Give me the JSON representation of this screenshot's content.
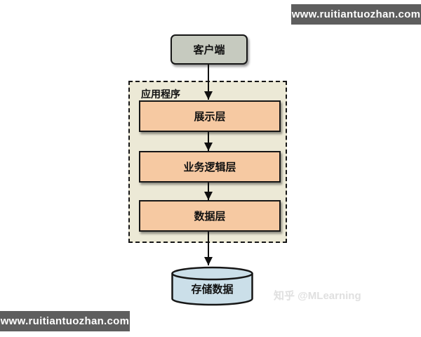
{
  "watermarks": {
    "site_url_top": "www.ruitiantuozhan.com",
    "site_url_bottom": "www.ruitiantuozhan.com",
    "zhihu_credit": "知乎 @MLearning"
  },
  "diagram": {
    "client_label": "客户端",
    "container_label": "应用程序",
    "layers": [
      {
        "label": "展示层"
      },
      {
        "label": "业务逻辑层"
      },
      {
        "label": "数据层"
      }
    ],
    "database_label": "存储数据"
  },
  "colors": {
    "client_fill": "#c6cabf",
    "container_fill": "#ece9d6",
    "layer_fill": "#f6c9a2",
    "database_fill": "#cbdfe9",
    "outline": "#161616",
    "watermark_bar_bg": "#5e5e5e",
    "watermark_bar_text": "#ffffff",
    "zhihu_credit_text": "#e0e0e0"
  }
}
